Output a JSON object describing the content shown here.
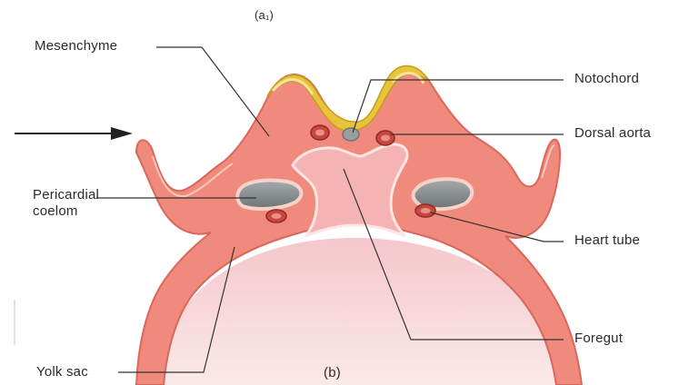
{
  "figure": {
    "top_caption": "(a₁)",
    "bottom_caption": "(b)"
  },
  "labels": {
    "mesenchyme": "Mesenchyme",
    "notochord": "Notochord",
    "dorsal_aorta": "Dorsal aorta",
    "pericardial_line1": "Pericardial",
    "pericardial_line2": "coelom",
    "heart_tube": "Heart tube",
    "foregut": "Foregut",
    "yolk_sac": "Yolk sac"
  },
  "colors": {
    "tissue": "#f08a7c",
    "tissue_dark": "#d9675c",
    "ectoderm": "#e8c43a",
    "yolk": "#f7d6d9",
    "cavity": "#8f9596",
    "line": "#333333"
  }
}
